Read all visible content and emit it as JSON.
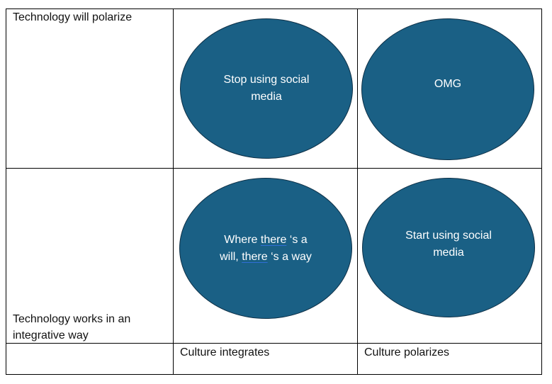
{
  "row_labels": {
    "top": "Technology will polarize",
    "bottom_line1": "Technology works in an",
    "bottom_line2": "integrative way"
  },
  "column_labels": {
    "left": "Culture integrates",
    "right": "Culture polarizes"
  },
  "cells": {
    "top_left": {
      "line1": "Stop using social",
      "line2": "media"
    },
    "top_right": {
      "line1": "OMG"
    },
    "bottom_left": {
      "line1_a": "Where ",
      "line1_b": "there",
      "line1_c": " ‘s a",
      "line2_a": "will, ",
      "line2_b": "there",
      "line2_c": " ‘s a way"
    },
    "bottom_right": {
      "line1": "Start using social",
      "line2": "media"
    }
  },
  "colors": {
    "ellipse_fill": "#1a6085",
    "ellipse_border": "#0d2f46",
    "grid_lines": "#000000",
    "text": "#111111",
    "ellipse_text": "#ffffff"
  }
}
